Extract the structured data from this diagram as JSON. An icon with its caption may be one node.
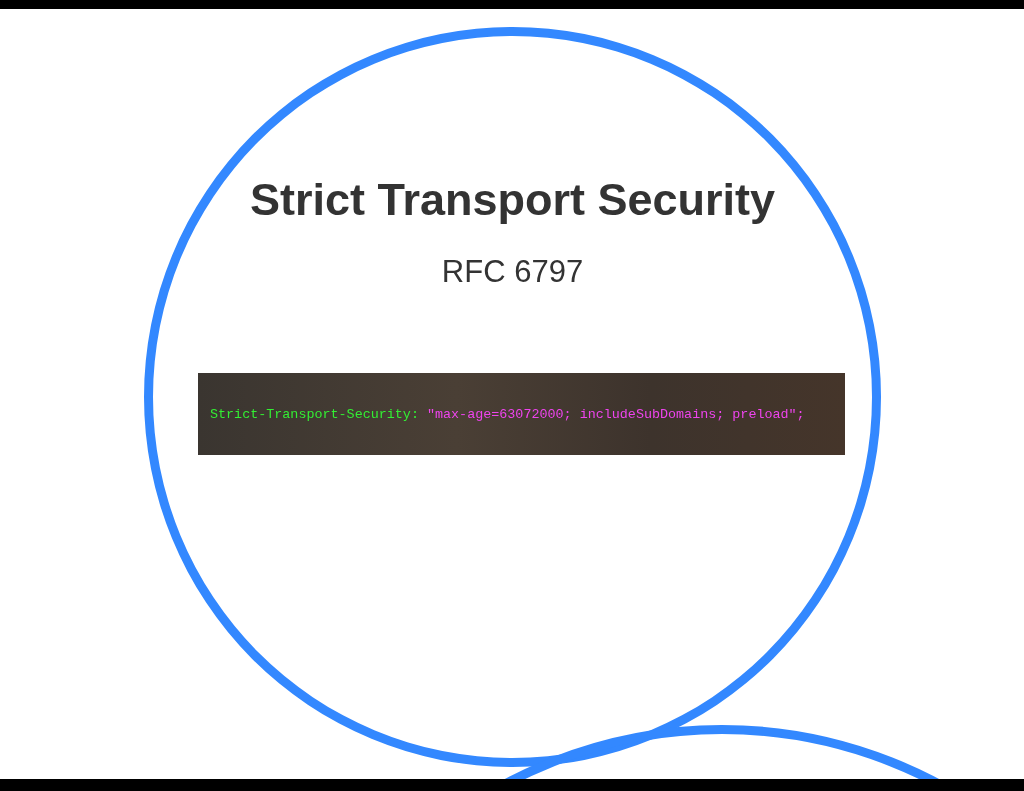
{
  "diagram": {
    "nodes": [
      {
        "text": [
          "Strict Transport Security",
          "RFC 6797"
        ]
      },
      {
        "text": [
          "Strict-Transport-Security:",
          "\"max-age=63072000; includeSubDomains; preload\";"
        ],
        "in": 0
      },
      {
        "text": [],
        "shape": "circle"
      }
    ]
  }
}
